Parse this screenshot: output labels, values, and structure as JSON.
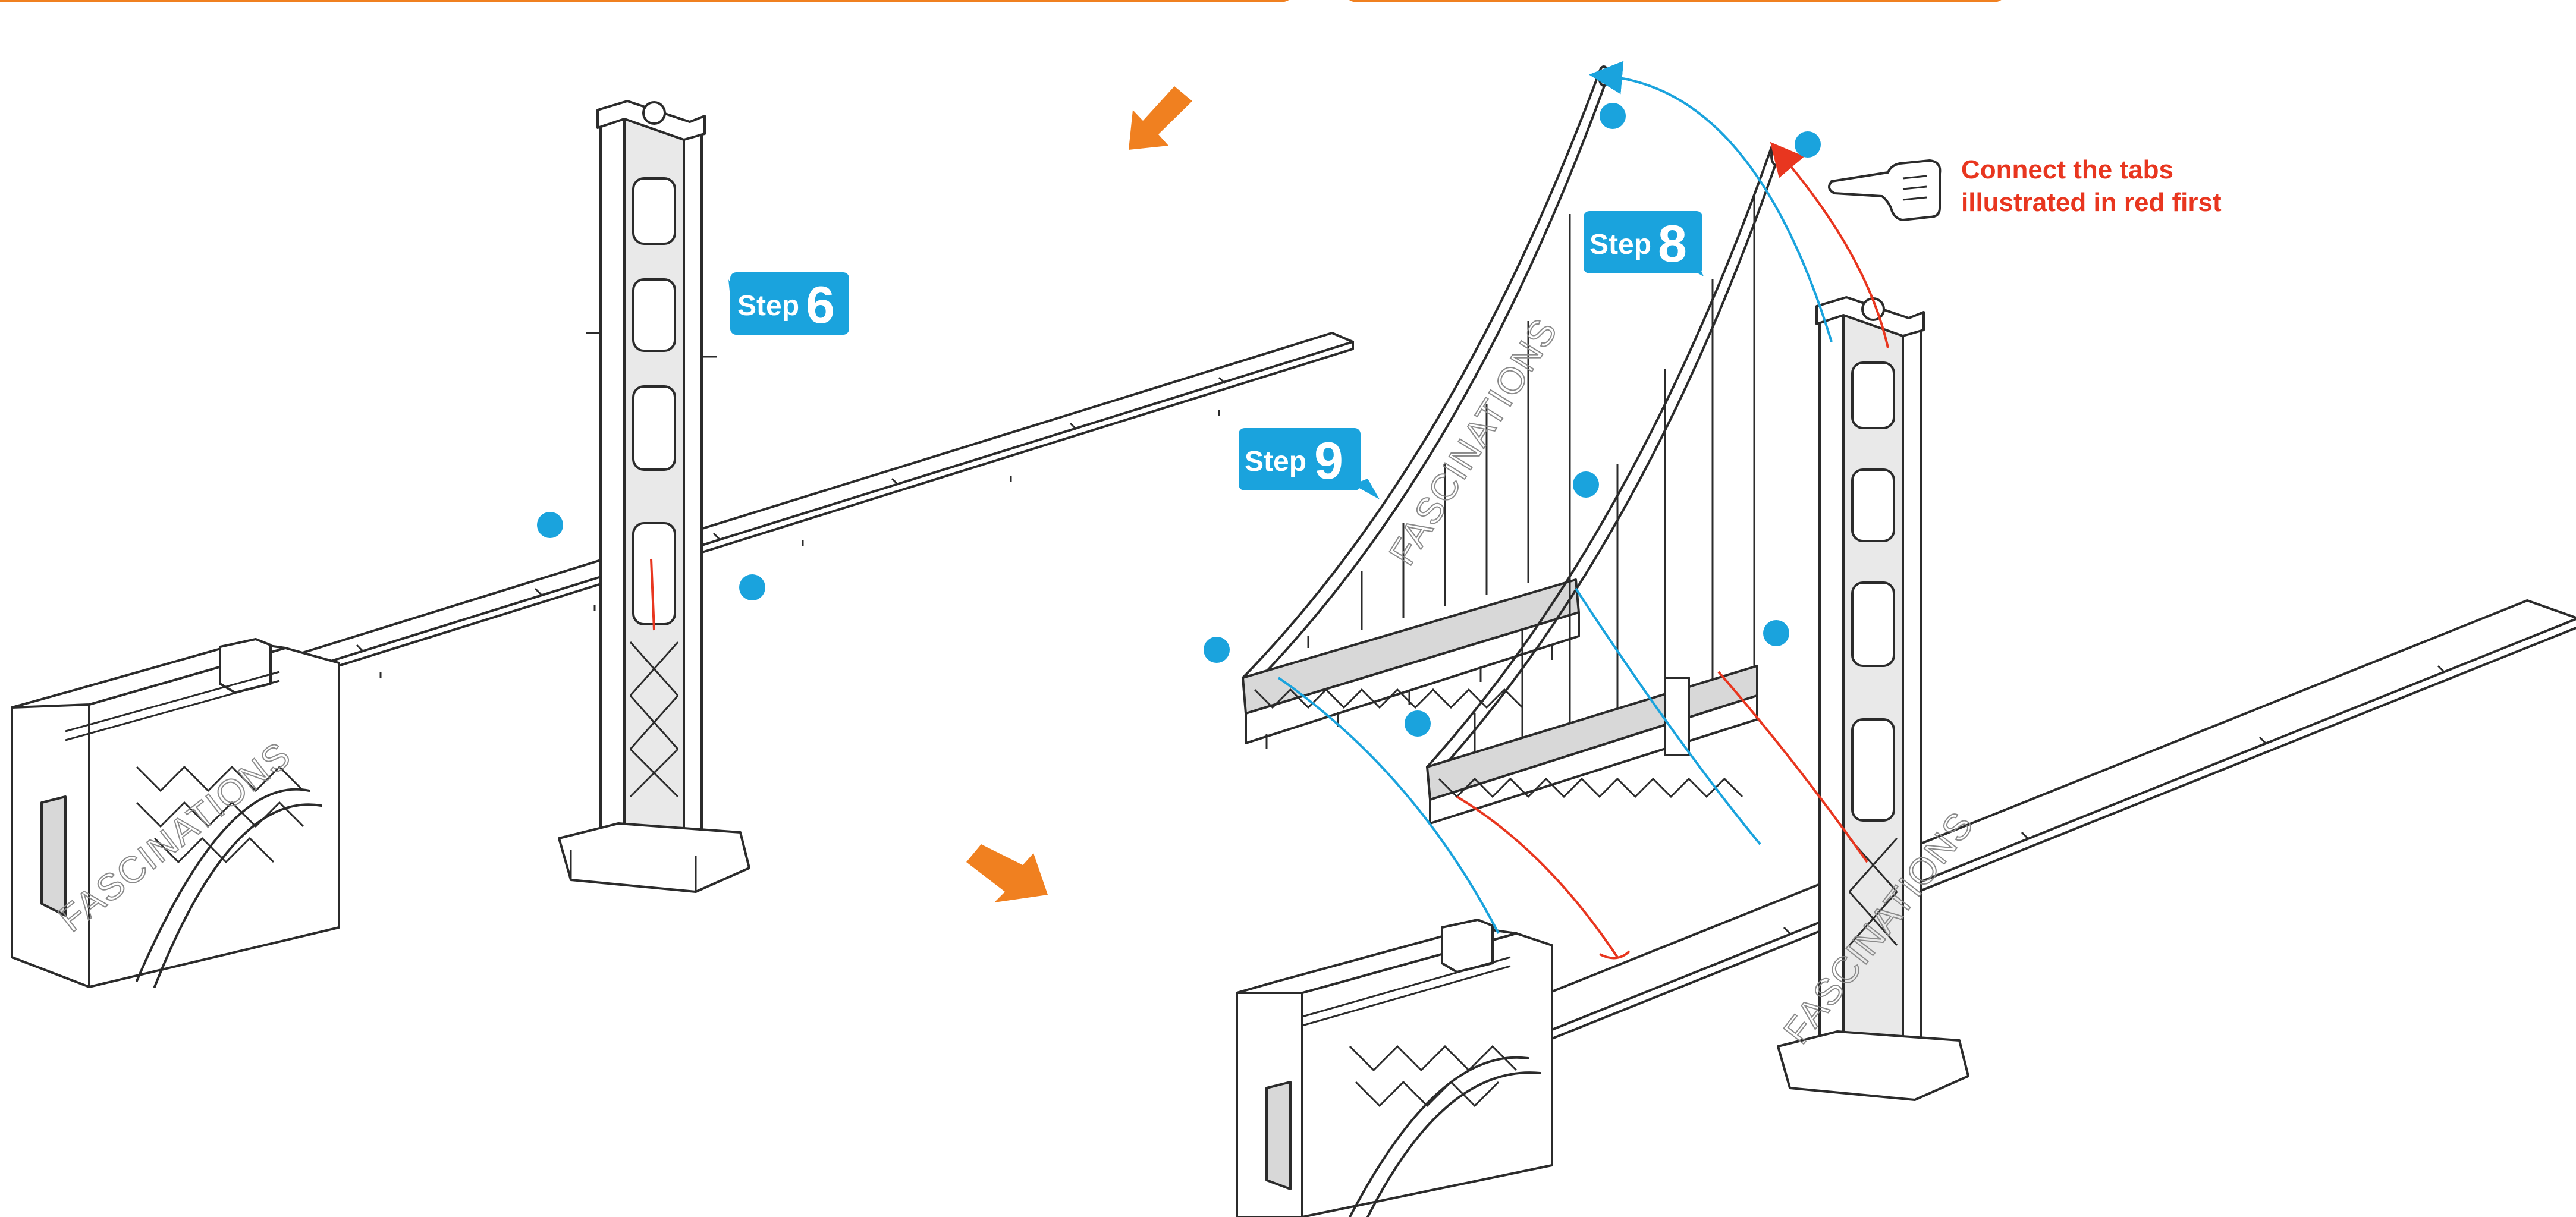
{
  "step_badges": {
    "step6": {
      "word": "Step",
      "number": "6"
    },
    "step8": {
      "word": "Step",
      "number": "8"
    },
    "step9": {
      "word": "Step",
      "number": "9"
    }
  },
  "note": {
    "line1": "Connect the tabs",
    "line2": "illustrated in red first",
    "icon": "pointing-hand-icon"
  },
  "watermark": "FASCINATIONS",
  "colors": {
    "badge_blue": "#1aa3dd",
    "note_red": "#e8361f",
    "arrow_orange": "#f08020",
    "line_dark": "#2b2b2b"
  }
}
